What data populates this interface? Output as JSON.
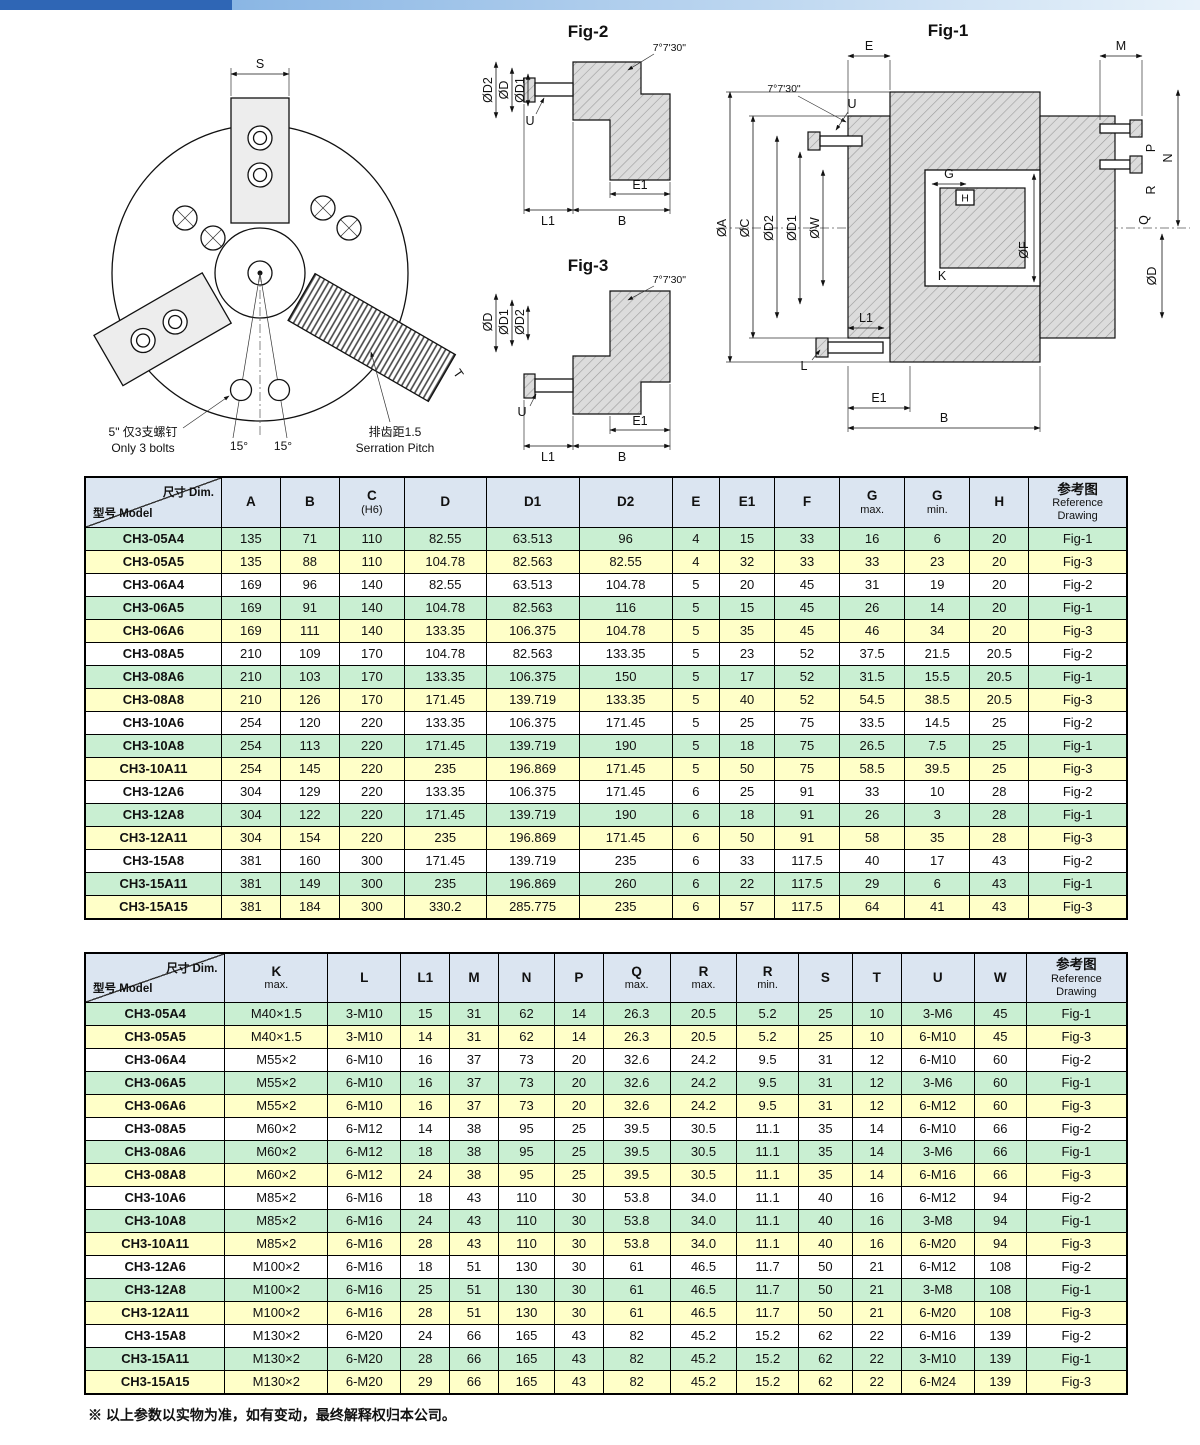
{
  "page": {
    "footnote": "※ 以上参数以实物为准，如有变动，最终解释权归本公司。",
    "colors": {
      "header_bg": "#dbe5f1",
      "fig1_row": "#c9efd2",
      "fig2_row": "#ffffff",
      "fig3_row": "#ffffc8",
      "topbar_dark": "#2f66b5",
      "topbar_light": "#8ab6e4"
    }
  },
  "drawings": {
    "front": {
      "dim_s": "S",
      "dim_t": "T",
      "bolts_note_cn": "5\" 仅3支螺钉",
      "bolts_note_en": "Only 3 bolts",
      "angle1": "15°",
      "angle2": "15°",
      "serration_cn": "排齿距1.5",
      "serration_en": "Serration Pitch"
    },
    "fig2": {
      "title": "Fig-2",
      "d2": "ØD2",
      "d": "ØD",
      "d1": "ØD1",
      "angle": "7°7'30\"",
      "u": "U",
      "e1": "E1",
      "l1": "L1",
      "b": "B"
    },
    "fig3": {
      "title": "Fig-3",
      "d": "ØD",
      "d1": "ØD1",
      "d2": "ØD2",
      "angle": "7°7'30\"",
      "u": "U",
      "e1": "E1",
      "l1": "L1",
      "b": "B"
    },
    "fig1": {
      "title": "Fig-1",
      "e": "E",
      "m": "M",
      "angle": "7°7'30\"",
      "u": "U",
      "da": "ØA",
      "dc": "ØC",
      "dd2": "ØD2",
      "dd1": "ØD1",
      "dw": "ØW",
      "g": "G",
      "h": "H",
      "k": "K",
      "df": "ØF",
      "dd": "ØD",
      "r": "R",
      "p": "P",
      "n": "N",
      "q": "Q",
      "l1": "L1",
      "l": "L",
      "e1": "E1",
      "b": "B"
    }
  },
  "table1": {
    "corner": {
      "dim": "尺寸 Dim.",
      "model": "型号 Model"
    },
    "headers": [
      {
        "label": "A"
      },
      {
        "label": "B"
      },
      {
        "label": "C",
        "sub": "(H6)"
      },
      {
        "label": "D"
      },
      {
        "label": "D1"
      },
      {
        "label": "D2"
      },
      {
        "label": "E"
      },
      {
        "label": "E1"
      },
      {
        "label": "F"
      },
      {
        "label": "G",
        "sub": "max."
      },
      {
        "label": "G",
        "sub": "min."
      },
      {
        "label": "H"
      },
      {
        "label": "参考图",
        "sub": "Reference\nDrawing"
      }
    ],
    "rows": [
      {
        "model": "CH3-05A4",
        "cells": [
          "135",
          "71",
          "110",
          "82.55",
          "63.513",
          "96",
          "4",
          "15",
          "33",
          "16",
          "6",
          "20"
        ],
        "fig": "Fig-1"
      },
      {
        "model": "CH3-05A5",
        "cells": [
          "135",
          "88",
          "110",
          "104.78",
          "82.563",
          "82.55",
          "4",
          "32",
          "33",
          "33",
          "23",
          "20"
        ],
        "fig": "Fig-3"
      },
      {
        "model": "CH3-06A4",
        "cells": [
          "169",
          "96",
          "140",
          "82.55",
          "63.513",
          "104.78",
          "5",
          "20",
          "45",
          "31",
          "19",
          "20"
        ],
        "fig": "Fig-2"
      },
      {
        "model": "CH3-06A5",
        "cells": [
          "169",
          "91",
          "140",
          "104.78",
          "82.563",
          "116",
          "5",
          "15",
          "45",
          "26",
          "14",
          "20"
        ],
        "fig": "Fig-1"
      },
      {
        "model": "CH3-06A6",
        "cells": [
          "169",
          "111",
          "140",
          "133.35",
          "106.375",
          "104.78",
          "5",
          "35",
          "45",
          "46",
          "34",
          "20"
        ],
        "fig": "Fig-3"
      },
      {
        "model": "CH3-08A5",
        "cells": [
          "210",
          "109",
          "170",
          "104.78",
          "82.563",
          "133.35",
          "5",
          "23",
          "52",
          "37.5",
          "21.5",
          "20.5"
        ],
        "fig": "Fig-2"
      },
      {
        "model": "CH3-08A6",
        "cells": [
          "210",
          "103",
          "170",
          "133.35",
          "106.375",
          "150",
          "5",
          "17",
          "52",
          "31.5",
          "15.5",
          "20.5"
        ],
        "fig": "Fig-1"
      },
      {
        "model": "CH3-08A8",
        "cells": [
          "210",
          "126",
          "170",
          "171.45",
          "139.719",
          "133.35",
          "5",
          "40",
          "52",
          "54.5",
          "38.5",
          "20.5"
        ],
        "fig": "Fig-3"
      },
      {
        "model": "CH3-10A6",
        "cells": [
          "254",
          "120",
          "220",
          "133.35",
          "106.375",
          "171.45",
          "5",
          "25",
          "75",
          "33.5",
          "14.5",
          "25"
        ],
        "fig": "Fig-2"
      },
      {
        "model": "CH3-10A8",
        "cells": [
          "254",
          "113",
          "220",
          "171.45",
          "139.719",
          "190",
          "5",
          "18",
          "75",
          "26.5",
          "7.5",
          "25"
        ],
        "fig": "Fig-1"
      },
      {
        "model": "CH3-10A11",
        "cells": [
          "254",
          "145",
          "220",
          "235",
          "196.869",
          "171.45",
          "5",
          "50",
          "75",
          "58.5",
          "39.5",
          "25"
        ],
        "fig": "Fig-3"
      },
      {
        "model": "CH3-12A6",
        "cells": [
          "304",
          "129",
          "220",
          "133.35",
          "106.375",
          "171.45",
          "6",
          "25",
          "91",
          "33",
          "10",
          "28"
        ],
        "fig": "Fig-2"
      },
      {
        "model": "CH3-12A8",
        "cells": [
          "304",
          "122",
          "220",
          "171.45",
          "139.719",
          "190",
          "6",
          "18",
          "91",
          "26",
          "3",
          "28"
        ],
        "fig": "Fig-1"
      },
      {
        "model": "CH3-12A11",
        "cells": [
          "304",
          "154",
          "220",
          "235",
          "196.869",
          "171.45",
          "6",
          "50",
          "91",
          "58",
          "35",
          "28"
        ],
        "fig": "Fig-3"
      },
      {
        "model": "CH3-15A8",
        "cells": [
          "381",
          "160",
          "300",
          "171.45",
          "139.719",
          "235",
          "6",
          "33",
          "117.5",
          "40",
          "17",
          "43"
        ],
        "fig": "Fig-2"
      },
      {
        "model": "CH3-15A11",
        "cells": [
          "381",
          "149",
          "300",
          "235",
          "196.869",
          "260",
          "6",
          "22",
          "117.5",
          "29",
          "6",
          "43"
        ],
        "fig": "Fig-1"
      },
      {
        "model": "CH3-15A15",
        "cells": [
          "381",
          "184",
          "300",
          "330.2",
          "285.775",
          "235",
          "6",
          "57",
          "117.5",
          "64",
          "41",
          "43"
        ],
        "fig": "Fig-3"
      }
    ]
  },
  "table2": {
    "corner": {
      "dim": "尺寸 Dim.",
      "model": "型号 Model"
    },
    "headers": [
      {
        "label": "K",
        "sub": "max."
      },
      {
        "label": "L"
      },
      {
        "label": "L1"
      },
      {
        "label": "M"
      },
      {
        "label": "N"
      },
      {
        "label": "P"
      },
      {
        "label": "Q",
        "sub": "max."
      },
      {
        "label": "R",
        "sub": "max."
      },
      {
        "label": "R",
        "sub": "min."
      },
      {
        "label": "S"
      },
      {
        "label": "T"
      },
      {
        "label": "U"
      },
      {
        "label": "W"
      },
      {
        "label": "参考图",
        "sub": "Reference\nDrawing"
      }
    ],
    "rows": [
      {
        "model": "CH3-05A4",
        "cells": [
          "M40×1.5",
          "3-M10",
          "15",
          "31",
          "62",
          "14",
          "26.3",
          "20.5",
          "5.2",
          "25",
          "10",
          "3-M6",
          "45"
        ],
        "fig": "Fig-1"
      },
      {
        "model": "CH3-05A5",
        "cells": [
          "M40×1.5",
          "3-M10",
          "14",
          "31",
          "62",
          "14",
          "26.3",
          "20.5",
          "5.2",
          "25",
          "10",
          "6-M10",
          "45"
        ],
        "fig": "Fig-3"
      },
      {
        "model": "CH3-06A4",
        "cells": [
          "M55×2",
          "6-M10",
          "16",
          "37",
          "73",
          "20",
          "32.6",
          "24.2",
          "9.5",
          "31",
          "12",
          "6-M10",
          "60"
        ],
        "fig": "Fig-2"
      },
      {
        "model": "CH3-06A5",
        "cells": [
          "M55×2",
          "6-M10",
          "16",
          "37",
          "73",
          "20",
          "32.6",
          "24.2",
          "9.5",
          "31",
          "12",
          "3-M6",
          "60"
        ],
        "fig": "Fig-1"
      },
      {
        "model": "CH3-06A6",
        "cells": [
          "M55×2",
          "6-M10",
          "16",
          "37",
          "73",
          "20",
          "32.6",
          "24.2",
          "9.5",
          "31",
          "12",
          "6-M12",
          "60"
        ],
        "fig": "Fig-3"
      },
      {
        "model": "CH3-08A5",
        "cells": [
          "M60×2",
          "6-M12",
          "14",
          "38",
          "95",
          "25",
          "39.5",
          "30.5",
          "11.1",
          "35",
          "14",
          "6-M10",
          "66"
        ],
        "fig": "Fig-2"
      },
      {
        "model": "CH3-08A6",
        "cells": [
          "M60×2",
          "6-M12",
          "18",
          "38",
          "95",
          "25",
          "39.5",
          "30.5",
          "11.1",
          "35",
          "14",
          "3-M6",
          "66"
        ],
        "fig": "Fig-1"
      },
      {
        "model": "CH3-08A8",
        "cells": [
          "M60×2",
          "6-M12",
          "24",
          "38",
          "95",
          "25",
          "39.5",
          "30.5",
          "11.1",
          "35",
          "14",
          "6-M16",
          "66"
        ],
        "fig": "Fig-3"
      },
      {
        "model": "CH3-10A6",
        "cells": [
          "M85×2",
          "6-M16",
          "18",
          "43",
          "110",
          "30",
          "53.8",
          "34.0",
          "11.1",
          "40",
          "16",
          "6-M12",
          "94"
        ],
        "fig": "Fig-2"
      },
      {
        "model": "CH3-10A8",
        "cells": [
          "M85×2",
          "6-M16",
          "24",
          "43",
          "110",
          "30",
          "53.8",
          "34.0",
          "11.1",
          "40",
          "16",
          "3-M8",
          "94"
        ],
        "fig": "Fig-1"
      },
      {
        "model": "CH3-10A11",
        "cells": [
          "M85×2",
          "6-M16",
          "28",
          "43",
          "110",
          "30",
          "53.8",
          "34.0",
          "11.1",
          "40",
          "16",
          "6-M20",
          "94"
        ],
        "fig": "Fig-3"
      },
      {
        "model": "CH3-12A6",
        "cells": [
          "M100×2",
          "6-M16",
          "18",
          "51",
          "130",
          "30",
          "61",
          "46.5",
          "11.7",
          "50",
          "21",
          "6-M12",
          "108"
        ],
        "fig": "Fig-2"
      },
      {
        "model": "CH3-12A8",
        "cells": [
          "M100×2",
          "6-M16",
          "25",
          "51",
          "130",
          "30",
          "61",
          "46.5",
          "11.7",
          "50",
          "21",
          "3-M8",
          "108"
        ],
        "fig": "Fig-1"
      },
      {
        "model": "CH3-12A11",
        "cells": [
          "M100×2",
          "6-M16",
          "28",
          "51",
          "130",
          "30",
          "61",
          "46.5",
          "11.7",
          "50",
          "21",
          "6-M20",
          "108"
        ],
        "fig": "Fig-3"
      },
      {
        "model": "CH3-15A8",
        "cells": [
          "M130×2",
          "6-M20",
          "24",
          "66",
          "165",
          "43",
          "82",
          "45.2",
          "15.2",
          "62",
          "22",
          "6-M16",
          "139"
        ],
        "fig": "Fig-2"
      },
      {
        "model": "CH3-15A11",
        "cells": [
          "M130×2",
          "6-M20",
          "28",
          "66",
          "165",
          "43",
          "82",
          "45.2",
          "15.2",
          "62",
          "22",
          "3-M10",
          "139"
        ],
        "fig": "Fig-1"
      },
      {
        "model": "CH3-15A15",
        "cells": [
          "M130×2",
          "6-M20",
          "29",
          "66",
          "165",
          "43",
          "82",
          "45.2",
          "15.2",
          "62",
          "22",
          "6-M24",
          "139"
        ],
        "fig": "Fig-3"
      }
    ]
  }
}
